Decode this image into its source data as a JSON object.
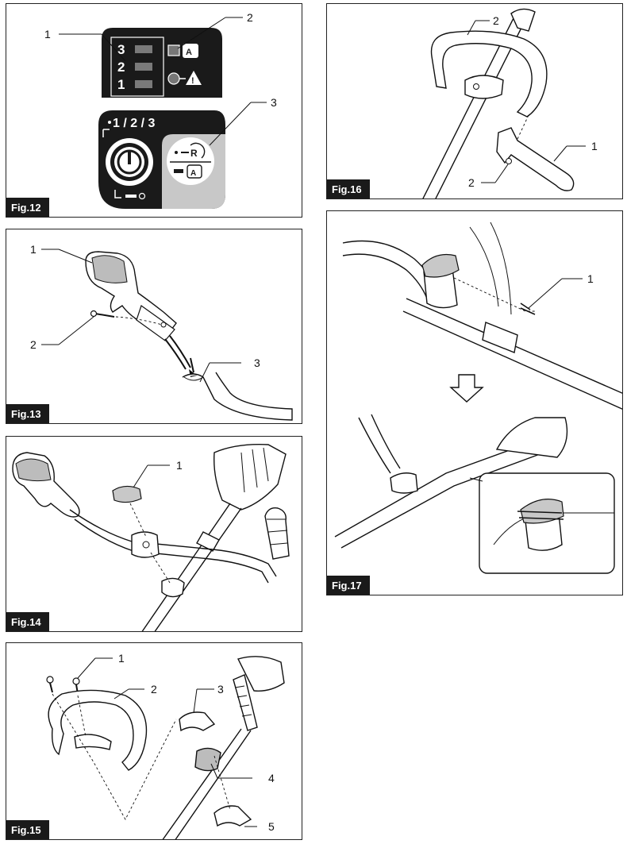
{
  "figures": [
    {
      "id": "fig12",
      "label": "Fig.12",
      "callouts": [
        "1",
        "2",
        "3"
      ],
      "panel_text": {
        "speed_levels": [
          "3",
          "2",
          "1"
        ],
        "switch_text": "1 / 2 / 3",
        "reverse_letter": "R"
      }
    },
    {
      "id": "fig13",
      "label": "Fig.13",
      "callouts": [
        "1",
        "2",
        "3"
      ]
    },
    {
      "id": "fig14",
      "label": "Fig.14",
      "callouts": [
        "1"
      ]
    },
    {
      "id": "fig15",
      "label": "Fig.15",
      "callouts": [
        "1",
        "2",
        "3",
        "4",
        "5"
      ]
    },
    {
      "id": "fig16",
      "label": "Fig.16",
      "callouts": [
        "2",
        "1",
        "2"
      ]
    },
    {
      "id": "fig17",
      "label": "Fig.17",
      "callouts": [
        "1"
      ]
    }
  ],
  "colors": {
    "panel_dark": "#1a1a1a",
    "panel_light": "#c8c8c8",
    "indicator": "#555555"
  },
  "icons": [
    "warning-icon",
    "auto-mode-icon",
    "reverse-icon",
    "power-icon",
    "down-arrow-icon"
  ]
}
